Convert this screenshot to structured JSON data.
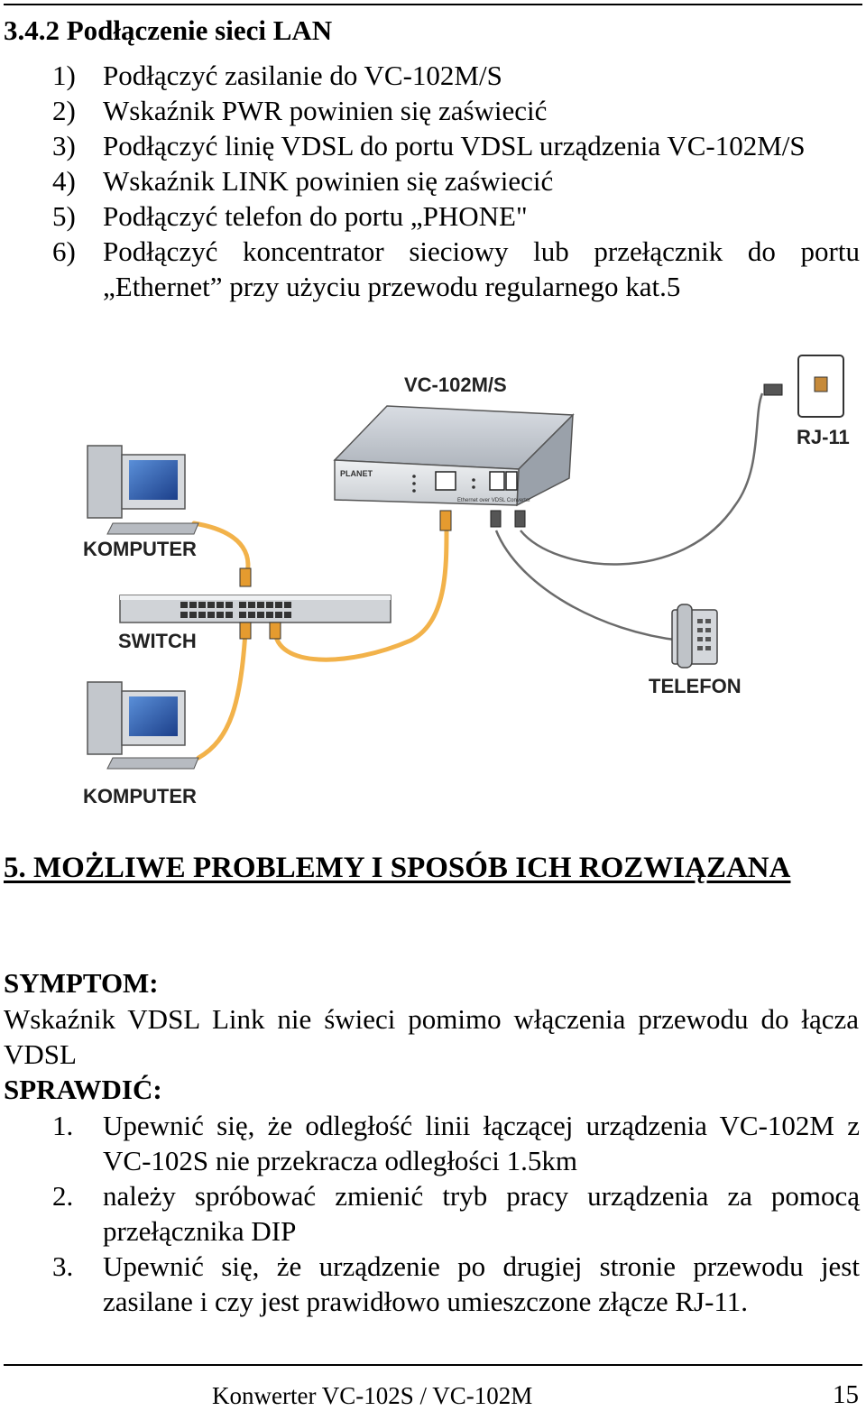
{
  "section": {
    "heading": "3.4.2 Podłączenie sieci LAN"
  },
  "steps": [
    {
      "num": "1)",
      "text": "Podłączyć zasilanie do VC-102M/S"
    },
    {
      "num": "2)",
      "text": "Wskaźnik PWR powinien się zaświecić"
    },
    {
      "num": "3)",
      "text": "Podłączyć linię VDSL do portu VDSL urządzenia VC-102M/S"
    },
    {
      "num": "4)",
      "text": "Wskaźnik LINK powinien się zaświecić"
    },
    {
      "num": "5)",
      "text": "Podłączyć telefon do portu „PHONE\""
    },
    {
      "num": "6)",
      "text": "Podłączyć koncentrator sieciowy lub przełącznik do portu „Ethernet” przy użyciu przewodu regularnego kat.5"
    }
  ],
  "diagram": {
    "device_label": "VC-102M/S",
    "rj11_label": "RJ-11",
    "computer_top_label": "KOMPUTER",
    "switch_label": "SWITCH",
    "phone_label": "TELEFON",
    "computer_bottom_label": "KOMPUTER",
    "device_brand": "PLANET",
    "device_caption": "Ethernet over VDSL Converter",
    "cable_color": "#f2b24a"
  },
  "troubleshooting": {
    "heading": "5. MOŻLIWE PROBLEMY I SPOSÓB ICH ROZWIĄZANA",
    "symptom_label": "SYMPTOM:",
    "symptom_text": "Wskaźnik VDSL Link nie świeci pomimo włączenia przewodu do łącza VDSL",
    "check_label": "SPRAWDIĆ:",
    "checks": [
      {
        "num": "1.",
        "text": "Upewnić się, że odległość linii łączącej urządzenia VC-102M z VC-102S nie przekracza odległości 1.5km"
      },
      {
        "num": "2.",
        "text": "należy spróbować zmienić tryb pracy urządzenia za pomocą przełącznika DIP"
      },
      {
        "num": "3.",
        "text": "Upewnić się, że urządzenie po drugiej stronie przewodu jest zasilane i czy jest prawidłowo umieszczone złącze RJ-11."
      }
    ]
  },
  "footer": {
    "title": "Konwerter VC-102S / VC-102M",
    "page": "15"
  }
}
